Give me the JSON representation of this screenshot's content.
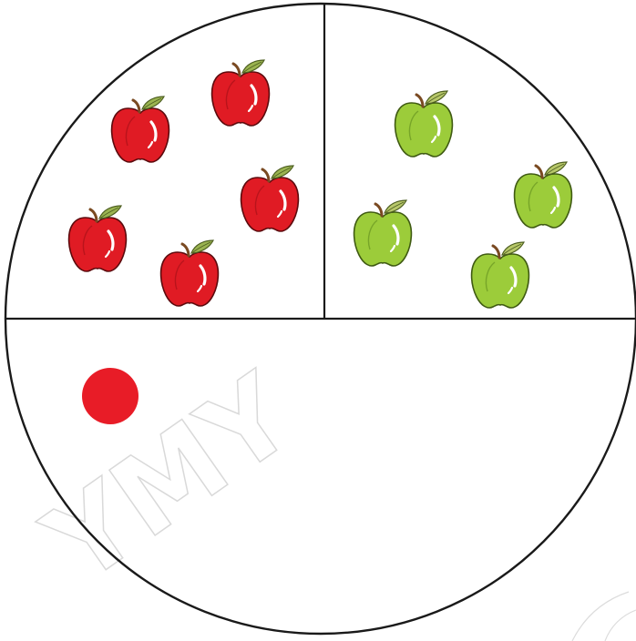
{
  "watermark": {
    "text": "YMY"
  },
  "regions": {
    "top_left": {
      "fruit": "red-apple",
      "count": 5
    },
    "top_right": {
      "fruit": "green-apple",
      "count": 4
    },
    "bottom": {
      "item": "red-dot",
      "count": 1
    }
  },
  "colors": {
    "outline": "#1a1a1a",
    "red_apple": "#e01b24",
    "red_apple_dark": "#9e0f15",
    "green_apple": "#9ccc3a",
    "green_apple_dark": "#5f8a1c",
    "leaf": "#9bb451",
    "stem": "#7a4a22",
    "red_dot": "#e81c27",
    "watermark": "#d6d6d6"
  },
  "icons": {
    "red_apple": "red-apple-icon",
    "green_apple": "green-apple-icon",
    "dot": "red-dot-icon"
  }
}
